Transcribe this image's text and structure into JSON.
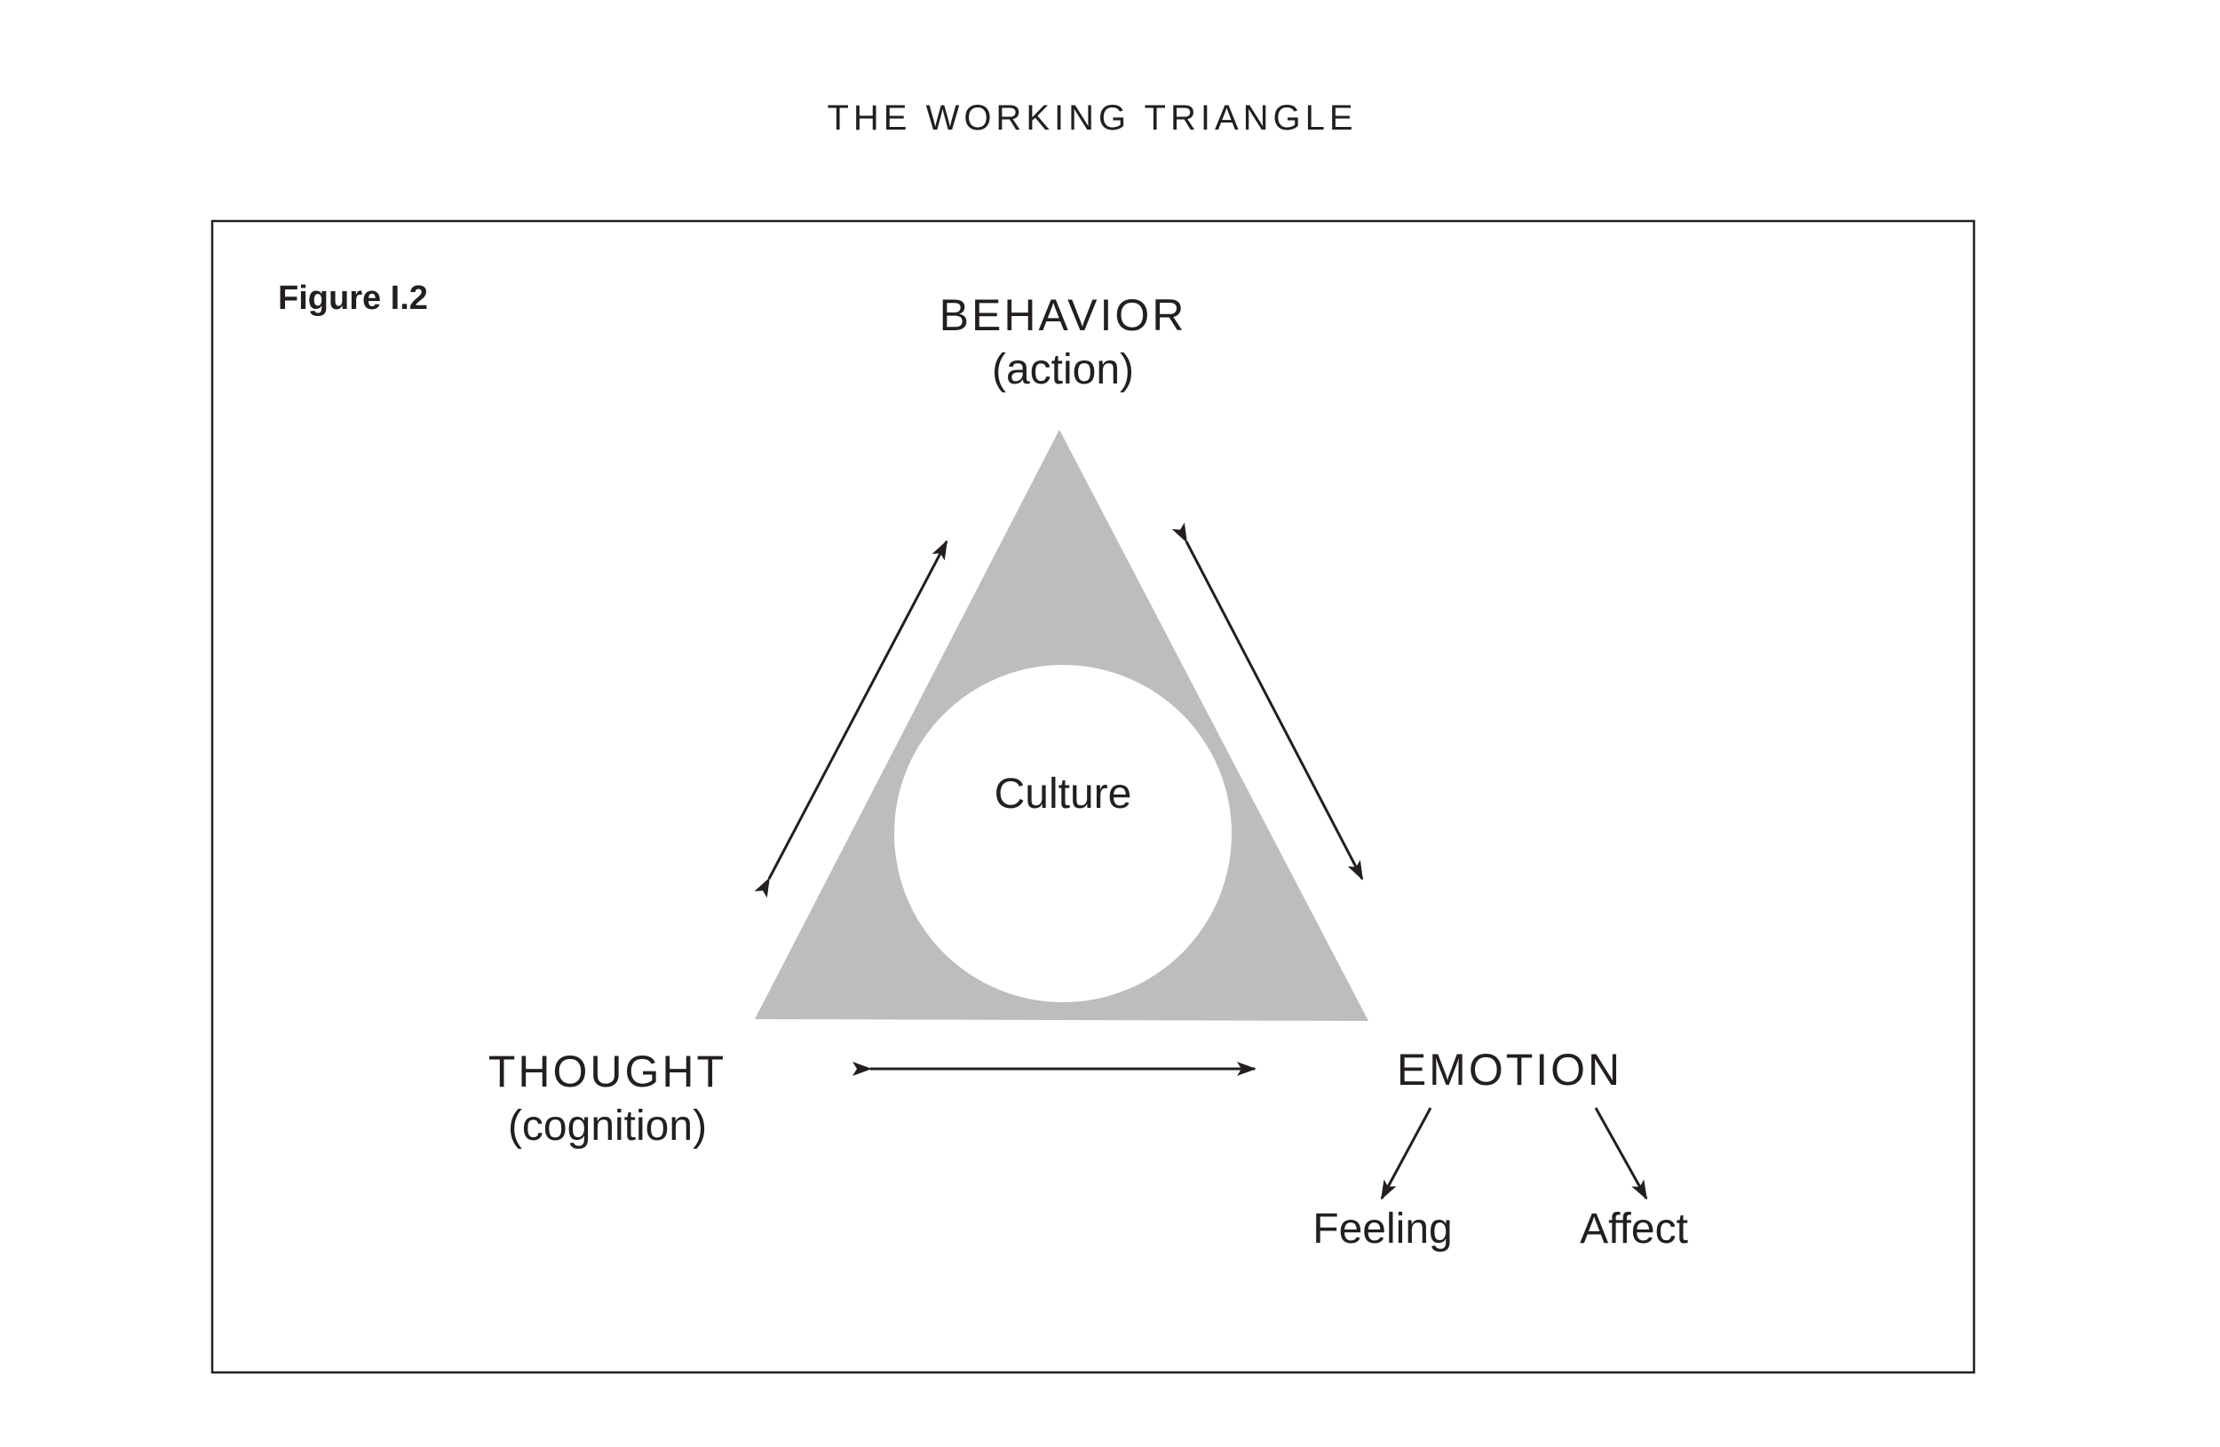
{
  "title": "THE WORKING TRIANGLE",
  "figure_label": "Figure I.2",
  "nodes": {
    "behavior": {
      "label": "BEHAVIOR",
      "sub": "(action)"
    },
    "thought": {
      "label": "THOUGHT",
      "sub": "(cognition)"
    },
    "emotion": {
      "label": "EMOTION"
    }
  },
  "center": {
    "label": "Culture"
  },
  "emotion_children": [
    {
      "label": "Feeling"
    },
    {
      "label": "Affect"
    }
  ],
  "colors": {
    "ink": "#231f20",
    "triangle_fill": "#bcbdbf",
    "circle_fill": "#ffffff",
    "frame": "#231f20"
  }
}
